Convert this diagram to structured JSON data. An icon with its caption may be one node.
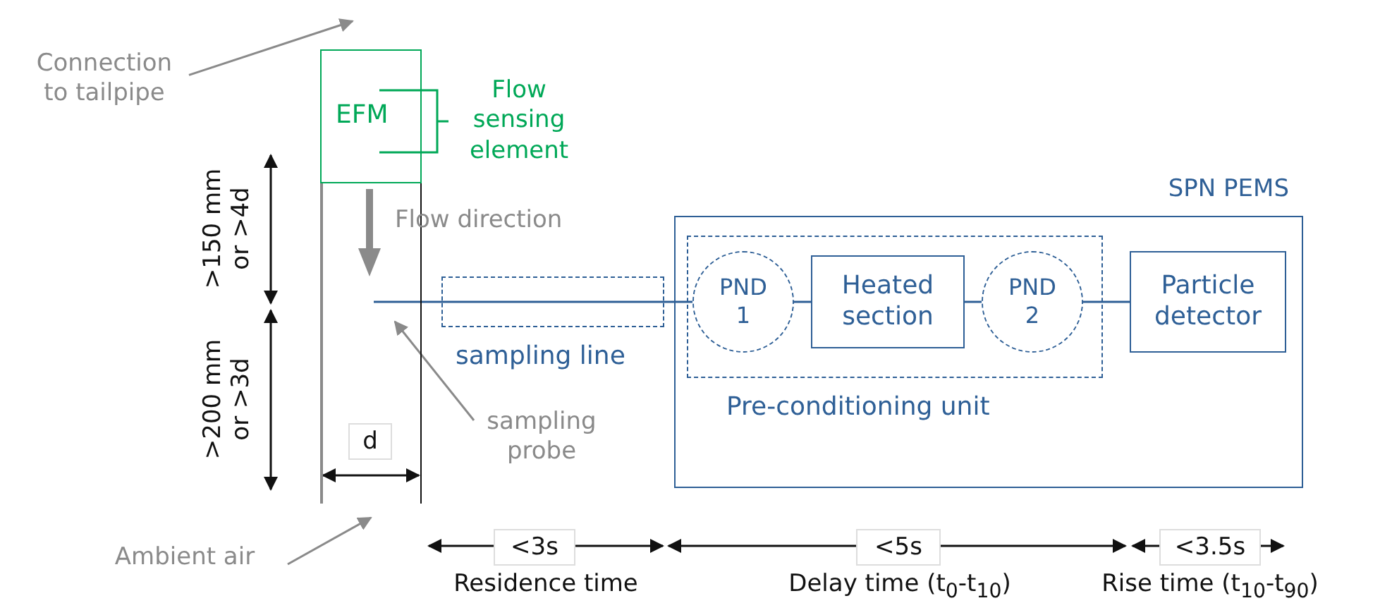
{
  "diagram": {
    "nodes": [
      {
        "text": [
          "Connection to tailpipe"
        ]
      },
      {
        "text": [
          "EFM"
        ]
      },
      {
        "text": [
          "Flow sensing element"
        ]
      },
      {
        "text": [],
        "shape": "box"
      },
      {
        "text": [
          "sampling probe"
        ]
      },
      {
        "text": [
          "Ambient air"
        ]
      },
      {
        "text": [
          "sampling line"
        ]
      },
      {
        "text": [
          "SPN PEMS"
        ]
      },
      {
        "text": [
          "Pre-conditioning unit"
        ],
        "in": 7
      },
      {
        "text": [
          "PND 1"
        ],
        "in": 8
      },
      {
        "text": [
          "Heated section"
        ],
        "in": 8
      },
      {
        "text": [
          "PND 2"
        ],
        "in": 8
      },
      {
        "text": [
          "Particle detector"
        ],
        "in": 7
      }
    ],
    "edges": [
      {
        "from": 0,
        "to": 1,
        "arrow": "to",
        "color": "#8a8a8a"
      },
      {
        "from": 2,
        "to": 1,
        "arrow": "none",
        "color": "#00a857"
      },
      {
        "from": 4,
        "to": 3,
        "arrow": "to",
        "color": "#8a8a8a"
      },
      {
        "from": 5,
        "to": 3,
        "arrow": "to",
        "color": "#8a8a8a"
      },
      {
        "from": 3,
        "to": 6,
        "arrow": "none"
      },
      {
        "from": 6,
        "to": 9,
        "arrow": "none"
      },
      {
        "from": 9,
        "to": 10,
        "arrow": "none"
      },
      {
        "from": 10,
        "to": 11,
        "arrow": "none"
      },
      {
        "from": 11,
        "to": 12,
        "arrow": "none"
      }
    ],
    "labels": [
      "Flow direction",
      ">150 mm or >4d",
      ">200 mm or >3d",
      "d",
      "<3s",
      "<5s",
      "<3.5s",
      "Residence time",
      "Delay time (t$_{0}$-t$_{10}$)",
      "Rise time (t$_{10}$-t$_{90}$)"
    ]
  }
}
